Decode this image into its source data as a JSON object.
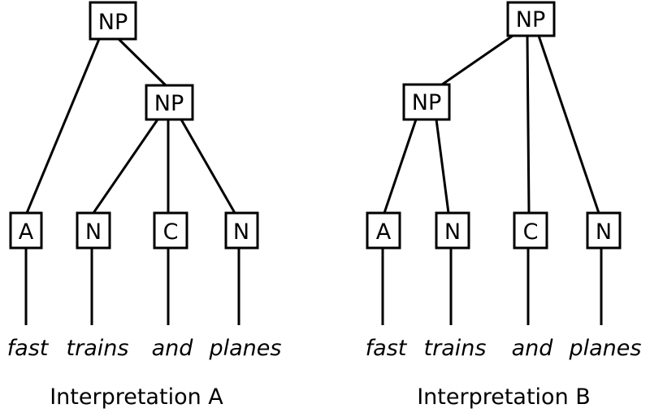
{
  "figure": {
    "description": "Two constituency parse trees showing the two interpretations of the noun phrase",
    "phrase": "fast trains and planes",
    "colors": {
      "line": "#000000",
      "text": "#000000",
      "background": "#ffffff"
    },
    "trees": [
      {
        "caption": "Interpretation A",
        "root_label": "NP",
        "inner_label": "NP",
        "leaf_labels": [
          "A",
          "N",
          "C",
          "N"
        ],
        "words": [
          "fast",
          "trains",
          "and",
          "planes"
        ],
        "edges": [
          {
            "from": "root-NP",
            "to": "leaf-A"
          },
          {
            "from": "root-NP",
            "to": "inner-NP"
          },
          {
            "from": "inner-NP",
            "to": "leaf-N1"
          },
          {
            "from": "inner-NP",
            "to": "leaf-C"
          },
          {
            "from": "inner-NP",
            "to": "leaf-N2"
          },
          {
            "from": "leaf-A",
            "to": "word-fast"
          },
          {
            "from": "leaf-N1",
            "to": "word-trains"
          },
          {
            "from": "leaf-C",
            "to": "word-and"
          },
          {
            "from": "leaf-N2",
            "to": "word-planes"
          }
        ]
      },
      {
        "caption": "Interpretation B",
        "root_label": "NP",
        "inner_label": "NP",
        "leaf_labels": [
          "A",
          "N",
          "C",
          "N"
        ],
        "words": [
          "fast",
          "trains",
          "and",
          "planes"
        ],
        "edges": [
          {
            "from": "root-NP",
            "to": "inner-NP"
          },
          {
            "from": "root-NP",
            "to": "leaf-C"
          },
          {
            "from": "root-NP",
            "to": "leaf-N2"
          },
          {
            "from": "inner-NP",
            "to": "leaf-A"
          },
          {
            "from": "inner-NP",
            "to": "leaf-N1"
          },
          {
            "from": "leaf-A",
            "to": "word-fast"
          },
          {
            "from": "leaf-N1",
            "to": "word-trains"
          },
          {
            "from": "leaf-C",
            "to": "word-and"
          },
          {
            "from": "leaf-N2",
            "to": "word-planes"
          }
        ]
      }
    ]
  }
}
